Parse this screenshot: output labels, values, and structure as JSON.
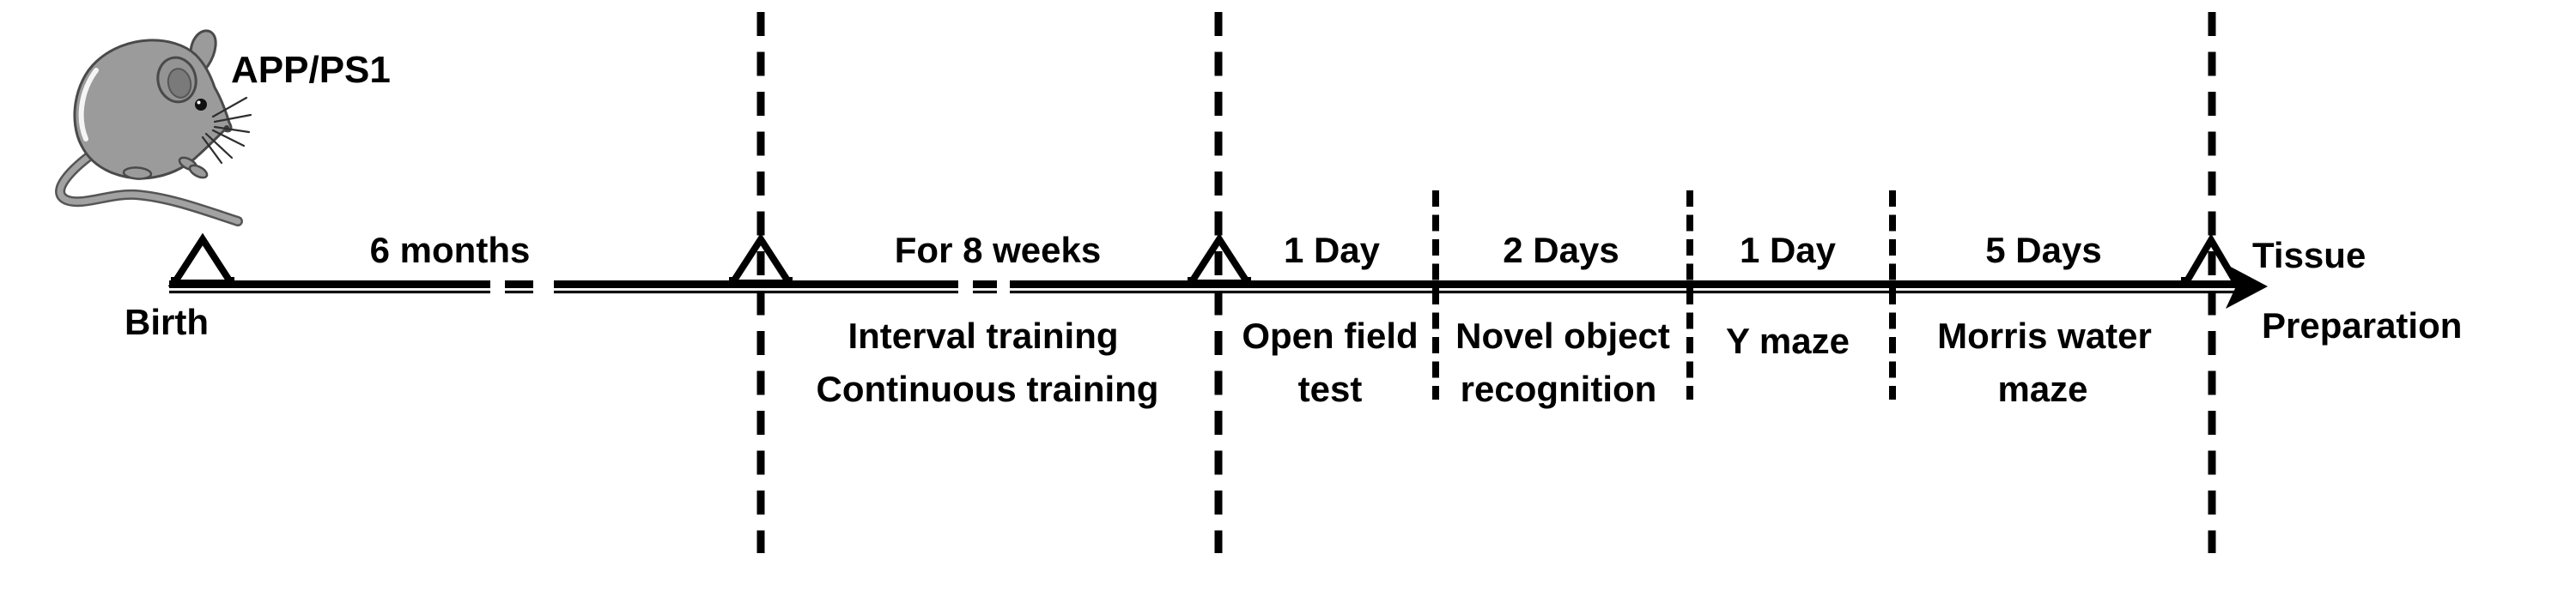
{
  "mouse": {
    "label": "APP/PS1"
  },
  "timeline": {
    "start_label": "Birth",
    "end_label": {
      "line1": "Tissue",
      "line2": "Preparation"
    },
    "segments": [
      {
        "duration": "6 months",
        "events": []
      },
      {
        "duration": "For 8 weeks",
        "events": [
          "Interval training",
          "Continuous training"
        ]
      },
      {
        "duration": "1 Day",
        "events": [
          "Open field",
          "test"
        ]
      },
      {
        "duration": "2 Days",
        "events": [
          "Novel object",
          "recognition"
        ]
      },
      {
        "duration": "1 Day",
        "events": [
          "Y maze"
        ]
      },
      {
        "duration": "5 Days",
        "events": [
          "Morris water",
          "maze"
        ]
      }
    ]
  },
  "colors": {
    "ink": "#000000",
    "background": "#ffffff",
    "mouse_body": "#9b9b9b",
    "mouse_outline": "#4a4a4a",
    "mouse_inner_ear": "#7a7a7a"
  }
}
